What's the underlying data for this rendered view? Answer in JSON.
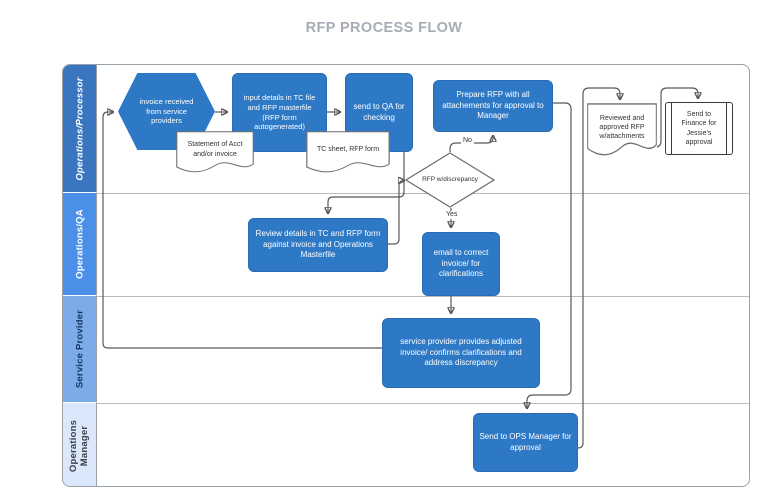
{
  "title": "RFP PROCESS FLOW",
  "lanes": [
    {
      "label": "Operations/Processor"
    },
    {
      "label": "Operations/QA"
    },
    {
      "label": "Service Provider"
    },
    {
      "label": "Operations Manager"
    }
  ],
  "nodes": [
    {
      "id": "invoice-received",
      "type": "hexagon",
      "label": "invoice received from service providers"
    },
    {
      "id": "input-details",
      "type": "process",
      "label": "input details in TC file and RFP masterfile (RFP form autogenerated)"
    },
    {
      "id": "send-to-qa",
      "type": "process",
      "label": "send to QA for checking"
    },
    {
      "id": "statement-of-acct",
      "type": "document",
      "label": "Statement of Acct and/or invoice"
    },
    {
      "id": "tc-sheet-rfp-form",
      "type": "document",
      "label": "TC sheet, RFP form"
    },
    {
      "id": "prepare-rfp",
      "type": "process",
      "label": "Prepare RFP with all attachements for approval to Manager"
    },
    {
      "id": "reviewed-approved-rfp",
      "type": "document",
      "label": "Reviewed and approved RFP w/attachments"
    },
    {
      "id": "send-to-finance",
      "type": "predefined-process",
      "label": "Send to Finance for Jessie's approval"
    },
    {
      "id": "rfp-discrepancy",
      "type": "decision",
      "label": "RFP w/discrepancy"
    },
    {
      "id": "review-details",
      "type": "process",
      "label": "Review details in TC and RFP form against invoice and Operations Masterfile"
    },
    {
      "id": "email-to-correct",
      "type": "process",
      "label": "email to correct invoice/ for clarifications"
    },
    {
      "id": "service-provider-provides",
      "type": "process",
      "label": "service provider provides adjusted invoice/ confirms clarifications and address discrepancy"
    },
    {
      "id": "send-to-ops-manager",
      "type": "process",
      "label": "Send to OPS Manager for approval"
    }
  ],
  "edge_labels": {
    "no": "No",
    "yes": "Yes"
  },
  "colors": {
    "title_gray": "#a6acb6",
    "frame_border": "#98a0a8",
    "lane1_bg": "#3a76c0",
    "lane1_fg": "#ffffff",
    "lane2_bg": "#4b90e8",
    "lane3_bg": "#7dabea",
    "lane3_fg": "#16355e",
    "lane4_bg": "#dbe8fb",
    "lane4_fg": "#3d4248",
    "shape_blue": "#2e79c5",
    "connector": "#595959"
  }
}
